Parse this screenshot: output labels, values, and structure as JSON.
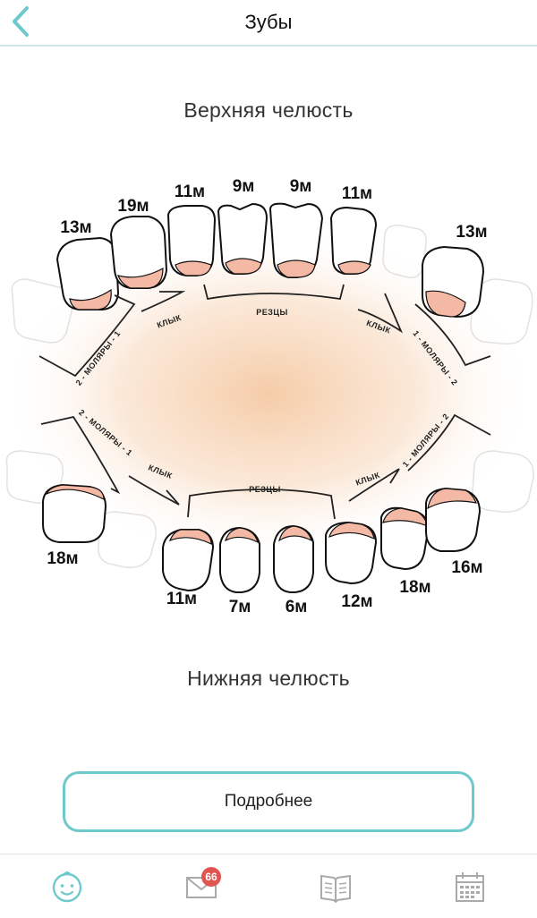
{
  "header": {
    "title": "Зубы",
    "back_icon": "chevron-left-icon"
  },
  "upper_jaw": {
    "title": "Верхняя челюсть",
    "groups": {
      "molars_left": "2 - МОЛЯРЫ - 1",
      "canine_left": "КЛЫК",
      "incisors": "РЕЗЦЫ",
      "canine_right": "КЛЫК",
      "molars_right": "1 - МОЛЯРЫ - 2"
    },
    "teeth": [
      "13м",
      "19м",
      "11м",
      "9м",
      "9м",
      "11м",
      "13м"
    ]
  },
  "lower_jaw": {
    "title": "Нижняя челюсть",
    "groups": {
      "molars_left": "2 - МОЛЯРЫ - 1",
      "canine_left": "КЛЫК",
      "incisors": "РЕЗЦЫ",
      "canine_right": "КЛЫК",
      "molars_right": "1 - МОЛЯРЫ - 2"
    },
    "teeth": [
      "18м",
      "11м",
      "7м",
      "6м",
      "12м",
      "18м",
      "16м"
    ]
  },
  "more_button": {
    "label": "Подробнее"
  },
  "tabbar": {
    "tabs": [
      {
        "icon": "baby-face-icon",
        "active": true
      },
      {
        "icon": "mail-icon",
        "badge": "66"
      },
      {
        "icon": "book-icon"
      },
      {
        "icon": "calendar-icon"
      }
    ]
  },
  "colors": {
    "accent": "#6ec9cc",
    "gum": "#f4b9a4",
    "glow": "#f5c9a3",
    "badge": "#e0554f"
  }
}
